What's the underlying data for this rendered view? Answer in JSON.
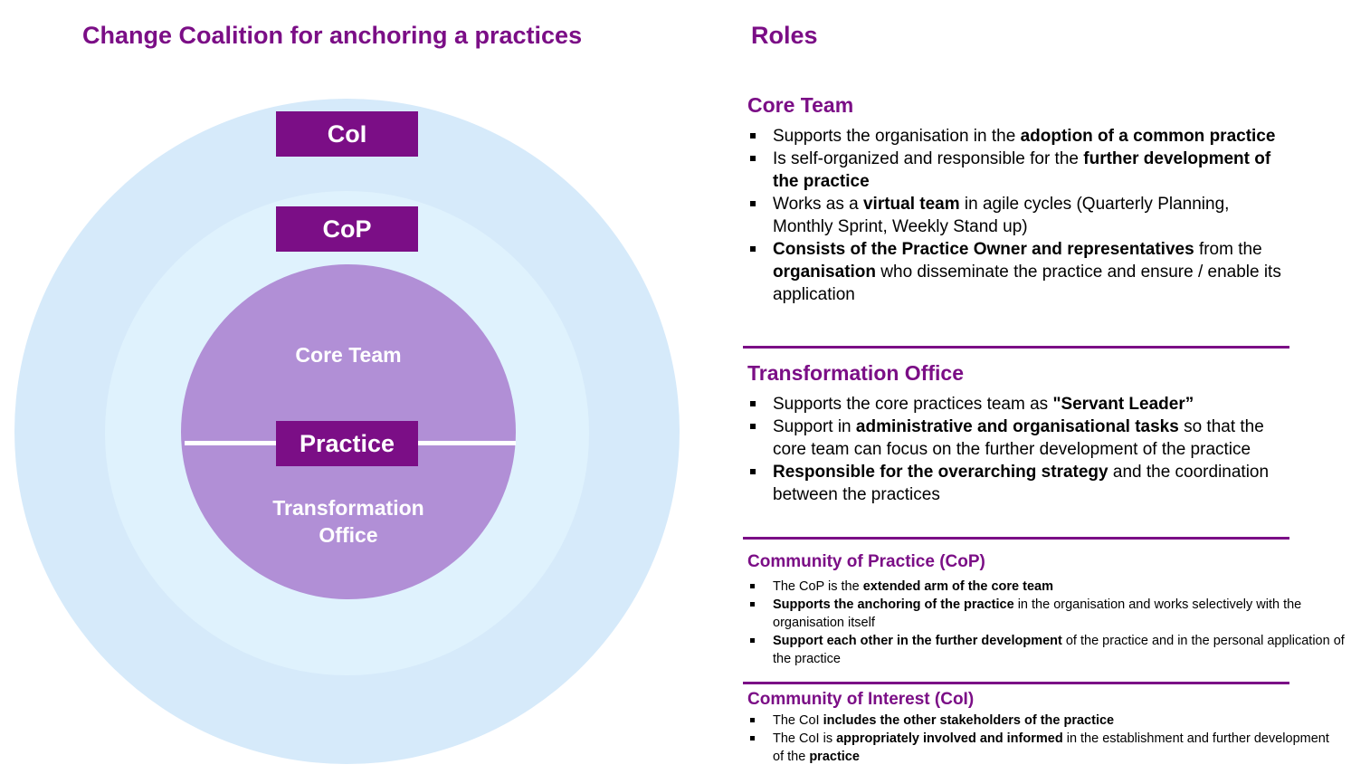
{
  "header": {
    "left_title": "Change Coalition for anchoring a practices",
    "right_title": "Roles"
  },
  "diagram": {
    "tag_coi": "CoI",
    "tag_cop": "CoP",
    "tag_practice": "Practice",
    "core_team_label": "Core Team",
    "transformation_label_line1": "Transformation",
    "transformation_label_line2": "Office"
  },
  "colors": {
    "accent_purple": "#7B0E86",
    "outer_circle": "#D6EAFA",
    "middle_circle": "#DFF2FD",
    "inner_circle": "#B18FD6"
  },
  "roles": {
    "core_team": {
      "heading": "Core Team",
      "items": [
        {
          "a": "Supports the organisation in the ",
          "b": "adoption of a common practice",
          "c": "",
          "d": "",
          "e": ""
        },
        {
          "a": "Is self-organized and responsible for the ",
          "b": "further development of the practice",
          "c": "",
          "d": "",
          "e": ""
        },
        {
          "a": "Works as a ",
          "b": "virtual team",
          "c": " in agile cycles (Quarterly Planning, Monthly Sprint, Weekly Stand up)",
          "d": "",
          "e": ""
        },
        {
          "a": "",
          "b": "Consists of the Practice Owner and representatives",
          "c": " from the ",
          "d": "organisation",
          "e": " who disseminate the practice and ensure / enable its application"
        }
      ]
    },
    "transformation_office": {
      "heading": "Transformation Office",
      "items": [
        {
          "a": "Supports the core practices team as ",
          "b": "\"Servant Leader”",
          "c": ""
        },
        {
          "a": "Support in ",
          "b": "administrative and organisational tasks",
          "c": " so that the core team can focus on the further development of the practice"
        },
        {
          "a": "",
          "b": "Responsible for the overarching strategy",
          "c": " and the coordination between the practices"
        }
      ]
    },
    "cop": {
      "heading": "Community of Practice (CoP)",
      "items": [
        {
          "a": "The CoP is the ",
          "b": "extended arm of the core team",
          "c": ""
        },
        {
          "a": "",
          "b": "Supports the anchoring of the practice",
          "c": " in the organisation and works selectively with the organisation itself"
        },
        {
          "a": "",
          "b": "Support each other in the further development",
          "c": " of the practice and in the personal application of the practice"
        }
      ]
    },
    "coi": {
      "heading": "Community of Interest (CoI)",
      "items": [
        {
          "a": "The CoI ",
          "b": "includes the other stakeholders of the practice",
          "c": "",
          "d": "",
          "e": ""
        },
        {
          "a": "The CoI is ",
          "b": "appropriately involved and informed",
          "c": " in the establishment and further development of the ",
          "d": "practice",
          "e": ""
        }
      ]
    }
  }
}
